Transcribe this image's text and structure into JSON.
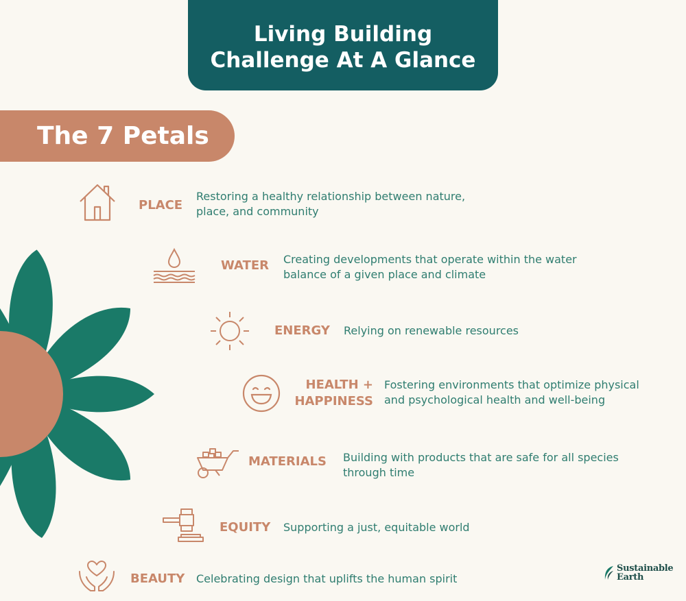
{
  "header": {
    "title_line1": "Living Building",
    "title_line2": "Challenge At A Glance"
  },
  "section": {
    "title": "The 7 Petals"
  },
  "petals": [
    {
      "label": "PLACE",
      "icon": "house-icon",
      "desc_line1": "Restoring a healthy relationship between nature,",
      "desc_line2": "place, and community"
    },
    {
      "label": "WATER",
      "icon": "water-drop-icon",
      "desc_line1": "Creating developments that operate within the water",
      "desc_line2": "balance of a given place and climate"
    },
    {
      "label": "ENERGY",
      "icon": "sun-icon",
      "desc_line1": "Relying on renewable resources",
      "desc_line2": ""
    },
    {
      "label_line1": "HEALTH +",
      "label_line2": "HAPPINESS",
      "icon": "smiley-face-icon",
      "desc_line1": "Fostering environments that optimize physical",
      "desc_line2": "and psychological health and well-being"
    },
    {
      "label": "MATERIALS",
      "icon": "wheelbarrow-icon",
      "desc_line1": "Building with products that are safe for all species",
      "desc_line2": "through time"
    },
    {
      "label": "EQUITY",
      "icon": "gavel-icon",
      "desc_line1": "Supporting a just, equitable world",
      "desc_line2": ""
    },
    {
      "label": "BEAUTY",
      "icon": "heart-hands-icon",
      "desc_line1": "Celebrating design that uplifts the human spirit",
      "desc_line2": ""
    }
  ],
  "logo": {
    "line1": "Sustainable",
    "line2": "Earth"
  },
  "colors": {
    "teal_dark": "#145e62",
    "teal_text": "#2f7d70",
    "petal_green": "#1a7a68",
    "terracotta": "#c8876a",
    "background": "#faf8f2"
  }
}
